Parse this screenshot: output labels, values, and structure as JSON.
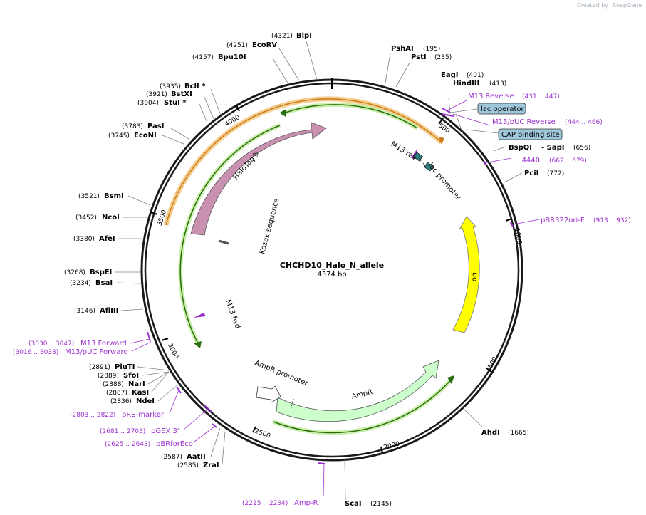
{
  "watermark": {
    "text": "Created by",
    "brand": "SnapGene"
  },
  "plasmid": {
    "name": "CHCHD10_Halo_N_allele",
    "length_label": "4374 bp"
  },
  "ticks": [
    "500",
    "1000",
    "1500",
    "2000",
    "2500",
    "3000",
    "3500",
    "4000"
  ],
  "enzymes": [
    {
      "id": "BlpI",
      "name": "BlpI",
      "pos": "(4321)"
    },
    {
      "id": "EcoRV",
      "name": "EcoRV",
      "pos": "(4251)"
    },
    {
      "id": "Bpu10I",
      "name": "Bpu10I",
      "pos": "(4157)"
    },
    {
      "id": "BclI",
      "name": "BclI *",
      "pos": "(3935)"
    },
    {
      "id": "BstXI",
      "name": "BstXI",
      "pos": "(3921)"
    },
    {
      "id": "StuI",
      "name": "StuI *",
      "pos": "(3904)"
    },
    {
      "id": "PasI",
      "name": "PasI",
      "pos": "(3783)"
    },
    {
      "id": "EcoNI",
      "name": "EcoNI",
      "pos": "(3745)"
    },
    {
      "id": "BsmI",
      "name": "BsmI",
      "pos": "(3521)"
    },
    {
      "id": "NcoI",
      "name": "NcoI",
      "pos": "(3452)"
    },
    {
      "id": "AfeI",
      "name": "AfeI",
      "pos": "(3380)"
    },
    {
      "id": "BspEI",
      "name": "BspEI",
      "pos": "(3268)"
    },
    {
      "id": "BsaI",
      "name": "BsaI",
      "pos": "(3234)"
    },
    {
      "id": "AflIII",
      "name": "AflIII",
      "pos": "(3146)"
    },
    {
      "id": "PluTI",
      "name": "PluTI",
      "pos": "(2891)"
    },
    {
      "id": "SfoI",
      "name": "SfoI",
      "pos": "(2889)"
    },
    {
      "id": "NarI",
      "name": "NarI",
      "pos": "(2888)"
    },
    {
      "id": "KasI",
      "name": "KasI",
      "pos": "(2887)"
    },
    {
      "id": "NdeI",
      "name": "NdeI",
      "pos": "(2836)"
    },
    {
      "id": "AatII",
      "name": "AatII",
      "pos": "(2587)"
    },
    {
      "id": "ZraI",
      "name": "ZraI",
      "pos": "(2585)"
    },
    {
      "id": "ScaI",
      "name": "ScaI",
      "pos": "(2145)"
    },
    {
      "id": "AhdI",
      "name": "AhdI",
      "pos": "(1665)"
    },
    {
      "id": "PciI",
      "name": "PciI",
      "pos": "(772)"
    },
    {
      "id": "BspQI",
      "name": "BspQI",
      "pos": "(656)"
    },
    {
      "id": "SapI",
      "name": "- SapI",
      "pos": ""
    },
    {
      "id": "HindIII",
      "name": "HindIII",
      "pos": "(413)"
    },
    {
      "id": "EagI",
      "name": "EagI",
      "pos": "(401)"
    },
    {
      "id": "PstI",
      "name": "PstI",
      "pos": "(235)"
    },
    {
      "id": "PshAI",
      "name": "PshAI",
      "pos": "(195)"
    }
  ],
  "primers": [
    {
      "id": "M13Reverse",
      "name": "M13 Reverse",
      "range": "(431 .. 447)"
    },
    {
      "id": "M13pUCReverse",
      "name": "M13/pUC Reverse",
      "range": "(444 .. 466)"
    },
    {
      "id": "L4440",
      "name": "L4440",
      "range": "(662 .. 679)"
    },
    {
      "id": "pBR322oriF",
      "name": "pBR322ori-F",
      "range": "(913 .. 932)"
    },
    {
      "id": "M13Forward",
      "name": "M13 Forward",
      "range": "(3030 .. 3047)"
    },
    {
      "id": "M13pUCForward",
      "name": "M13/pUC Forward",
      "range": "(3016 .. 3038)"
    },
    {
      "id": "pRSmarker",
      "name": "pRS-marker",
      "range": "(2803 .. 2822)"
    },
    {
      "id": "pGEX3",
      "name": "pGEX 3'",
      "range": "(2681 .. 2703)"
    },
    {
      "id": "pBRforEco",
      "name": "pBRforEco",
      "range": "(2625 .. 2643)"
    },
    {
      "id": "AmpR",
      "name": "Amp-R",
      "range": "(2215 .. 2234)"
    }
  ],
  "boxed_features": {
    "lac_operator": "lac operator",
    "cap_site": "CAP binding site"
  },
  "features": {
    "halotag": "HaloTag®",
    "kozak": "Kozak sequence",
    "m13fwd": "M13 fwd",
    "m13rev": "M13 rev",
    "lacpromoter": "lac promoter",
    "ori": "ori",
    "ampr": "AmpR",
    "amprpromoter": "AmpR promoter"
  },
  "colors": {
    "backbone": "#1a1a1a",
    "halotag": "#c990b0",
    "ori": "#ffff00",
    "ampr": "#ccffcc",
    "primer": "#9b30d0",
    "boxed": "#9fc8dc",
    "orf_green": "#99dd66",
    "orf_orange": "#f0b45a"
  }
}
